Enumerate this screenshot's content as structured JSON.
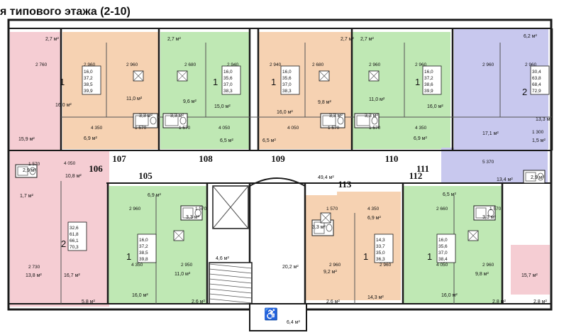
{
  "title": "я типового этажа (2-10)",
  "colors": {
    "orange": "#f6d2b2",
    "green": "#bfe8b4",
    "blue": "#c8c8ee",
    "pink": "#f5cdd3",
    "wall": "#1a1a1a",
    "line": "#555555"
  },
  "apartments": [
    {
      "id": "107",
      "fill": "orange",
      "rooms": "1",
      "areas": [
        "16,0",
        "37,2",
        "38,5",
        "39,9"
      ],
      "room_area": "16,0 м²",
      "kitchen": "11,0 м²",
      "bath": "3,3 м²",
      "corridor": "6,9 м²",
      "loggia": "2,7 м²",
      "dims": [
        "2 960",
        "2 960",
        "4 350",
        "1 570"
      ]
    },
    {
      "id": "108",
      "fill": "green",
      "rooms": "1",
      "areas": [
        "16,0",
        "35,6",
        "37,0",
        "38,3"
      ],
      "room_area": "15,0 м²",
      "kitchen": "9,6 м²",
      "bath": "3,3 м²",
      "corridor": "6,5 м²",
      "loggia": "2,7 м²",
      "dims": [
        "2 680",
        "2 940",
        "4 050",
        "1 570"
      ]
    },
    {
      "id": "109",
      "fill": "orange",
      "rooms": "1",
      "areas": [
        "16,0",
        "35,6",
        "37,0",
        "38,3"
      ],
      "room_area": "16,0 м²",
      "kitchen": "9,8 м²",
      "bath": "3,3 м²",
      "corridor": "6,5 м²",
      "loggia": "2,7 м²",
      "dims": [
        "2 940",
        "2 680",
        "4 050",
        "1 570"
      ]
    },
    {
      "id": "110",
      "fill": "green",
      "rooms": "1",
      "areas": [
        "16,0",
        "37,2",
        "38,6",
        "39,9"
      ],
      "room_area": "16,0 м²",
      "kitchen": "11,0 м²",
      "bath": "3,3 м²",
      "corridor": "6,9 м²",
      "loggia": "2,7 м²",
      "dims": [
        "2 960",
        "2 960",
        "4 350",
        "1 570"
      ]
    },
    {
      "id": "111",
      "fill": "blue",
      "rooms": "2",
      "areas": [
        "30,4",
        "63,8",
        "68,4",
        "72,9"
      ],
      "room_area": "13,3 м²",
      "kitchen": "17,1 м²",
      "bath": "2,9 м²",
      "corridor": "13,4 м²",
      "loggia": "6,2 м²",
      "dims": [
        "2 960",
        "2 960",
        "5 370",
        "1 300"
      ]
    },
    {
      "id": "106",
      "fill": "pink",
      "rooms": "2",
      "areas": [
        "32,6",
        "61,8",
        "66,1",
        "70,3"
      ],
      "room_area": "15,9 м²",
      "kitchen": "16,7 м²",
      "bath": "2,9 м²",
      "corridor": "10,8 м²",
      "loggia": "5,8 м²",
      "dims": [
        "2 760",
        "2 730",
        "4 050",
        "1 570"
      ]
    },
    {
      "id": "105",
      "fill": "green",
      "rooms": "1",
      "areas": [
        "16,0",
        "37,2",
        "38,5",
        "39,8"
      ],
      "room_area": "16,0 м²",
      "kitchen": "11,0 м²",
      "bath": "3,3 м²",
      "corridor": "6,9 м²",
      "loggia": "2,6 м²",
      "dims": [
        "2 960",
        "2 950",
        "4 350",
        "1 570"
      ]
    },
    {
      "id": "113",
      "fill": "orange",
      "rooms": "1",
      "areas": [
        "14,3",
        "33,7",
        "35,0",
        "36,3"
      ],
      "room_area": "14,3 м²",
      "kitchen": "9,2 м²",
      "bath": "3,3 м²",
      "corridor": "6,9 м²",
      "loggia": "2,6 м²",
      "dims": [
        "2 960",
        "2 960",
        "4 350",
        "1 570"
      ]
    },
    {
      "id": "112",
      "fill": "green",
      "rooms": "1",
      "areas": [
        "16,0",
        "35,6",
        "37,0",
        "38,4"
      ],
      "room_area": "16,0 м²",
      "kitchen": "9,8 м²",
      "bath": "3,3 м²",
      "corridor": "6,5 м²",
      "loggia": "2,8 м²",
      "dims": [
        "2 660",
        "2 960",
        "4 050",
        "1 570"
      ]
    }
  ],
  "common": {
    "hall": "49,4 м²",
    "lift_lobby": "20,2 м²",
    "stair": "4,6 м²",
    "entry": "6,4 м²",
    "extra_loggia_1": "1,7 м²",
    "extra_loggia_2": "2,8 м²",
    "extra_loggia_3": "15,7 м²",
    "extra_loggia_4": "13,8 м²",
    "extra_loggia_5": "1,5 м²"
  },
  "labels": {
    "wheelchair": "♿"
  }
}
